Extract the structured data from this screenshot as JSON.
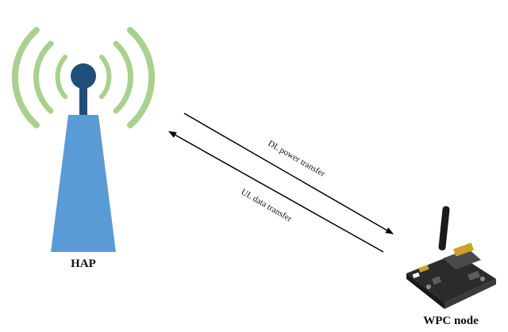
{
  "nodes": {
    "hap": {
      "label": "HAP"
    },
    "wpc": {
      "label": "WPC node"
    }
  },
  "links": {
    "downlink": {
      "label": "DL power transfer"
    },
    "uplink": {
      "label": "UL data transfer"
    }
  },
  "colors": {
    "tower": "#5b9bd5",
    "antenna": "#1f4e79",
    "waves": "#a9d18e",
    "arrows": "#000000",
    "board": "#2b2b2b",
    "board_accent": "#c9a227"
  },
  "icons": {
    "hap": "antenna-tower-icon",
    "wpc": "sensor-board-icon"
  }
}
